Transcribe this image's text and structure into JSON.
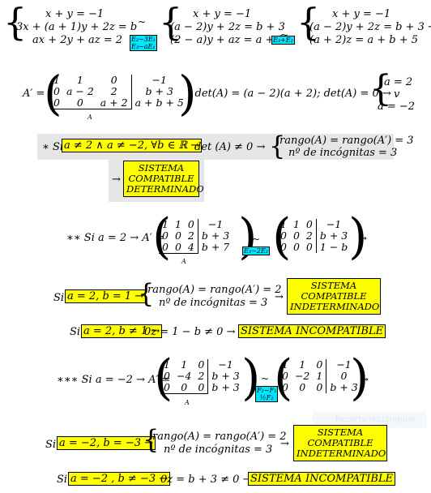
{
  "sys1": {
    "r1": "x + y = −1",
    "r2": "3x + (a + 1)y + 2z = b",
    "r3": "ax + 2y + az = 2"
  },
  "op1": {
    "l1": "E₂−3E₁",
    "l2": "E₃−aE₁"
  },
  "sys2": {
    "r1": "x + y = −1",
    "r2": "(a − 2)y + 2z = b + 3",
    "r3": "(2 − a)y + az = a + 2"
  },
  "op2": {
    "l1": "E₃+E₂"
  },
  "sys3": {
    "r1": "x + y = −1",
    "r2": "(a − 2)y + 2z = b + 3 →",
    "r3": "(a + 2)z = a + b + 5"
  },
  "matA": {
    "label": "A′ =",
    "rows": [
      [
        "1",
        "1",
        "0",
        "−1"
      ],
      [
        "0",
        "a − 2",
        "2",
        "b + 3"
      ],
      [
        "0",
        "0",
        "a + 2",
        "a + b + 5"
      ]
    ],
    "sub": "A"
  },
  "det": {
    "text": "; det(A) = (a − 2)(a + 2); det(A) = 0 →",
    "sol1": "a = 2",
    "sol_or": "v",
    "sol2": "a = −2"
  },
  "case1": {
    "prefix": "∗ Si",
    "cond": "a ≠ 2 ∧ a ≠ −2, ∀b ∈ ℝ →",
    "det": "det (A) ≠ 0 →",
    "r1": "rango(A) = rango(A′) = 3",
    "r2": "nº de incógnitas = 3",
    "arrow": "→",
    "result": [
      "SISTEMA",
      "COMPATIBLE",
      "DETERMINADO"
    ]
  },
  "case2": {
    "prefix": "∗∗ Si a = 2 → A′ =",
    "rows": [
      [
        "1",
        "1",
        "0",
        "−1"
      ],
      [
        "0",
        "0",
        "2",
        "b + 3"
      ],
      [
        "0",
        "0",
        "4",
        "b + 7"
      ]
    ],
    "sub": "A",
    "op": "E₃−2E₂",
    "rows2": [
      [
        "1",
        "1",
        "0",
        "−1"
      ],
      [
        "0",
        "0",
        "2",
        "b + 3"
      ],
      [
        "0",
        "0",
        "0",
        "1 − b"
      ]
    ],
    "arrow": "→"
  },
  "case2a": {
    "si": "Si",
    "cond": "a = 2, b = 1 →",
    "r1": "rango(A) = rango(A′) = 2",
    "r2": "nº de incógnitas = 3",
    "arrow": "→",
    "result": [
      "SISTEMA",
      "COMPATIBLE",
      "INDETERMINADO"
    ]
  },
  "case2b": {
    "si": "Si",
    "cond": "a = 2, b ≠ 1 →",
    "text": "0z = 1 − b ≠ 0 →",
    "result": "SISTEMA INCOMPATIBLE"
  },
  "case3": {
    "prefix": "∗∗∗ Si a = −2 → A′ =",
    "rows": [
      [
        "1",
        "1",
        "0",
        "−1"
      ],
      [
        "0",
        "−4",
        "2",
        "b + 3"
      ],
      [
        "0",
        "0",
        "0",
        "b + 3"
      ]
    ],
    "sub": "A",
    "op1": "F₂−F₃",
    "op2": "½F₂",
    "rows2": [
      [
        "1",
        "1",
        "0",
        "−1"
      ],
      [
        "0",
        "−2",
        "1",
        "0"
      ],
      [
        "0",
        "0",
        "0",
        "b + 3"
      ]
    ],
    "arrow": "→"
  },
  "case3a": {
    "si": "Si",
    "cond": "a = −2, b = −3 →",
    "r1": "rango(A) = rango(A′) = 2",
    "r2": "nº de incógnitas = 3",
    "arrow": "→",
    "result": [
      "SISTEMA",
      "COMPATIBLE",
      "INDETERMINADO"
    ]
  },
  "case3b": {
    "si": "Si",
    "cond": "a = −2 , b ≠ −3 →",
    "text": "0z = b + 3 ≠ 0 →",
    "result": "SISTEMA INCOMPATIBLE"
  },
  "watermark": "Recorte rectangular",
  "colors": {
    "highlight": "#ffff00",
    "op_box": "#00e5ff",
    "gray_band": "#e6e6e6"
  }
}
